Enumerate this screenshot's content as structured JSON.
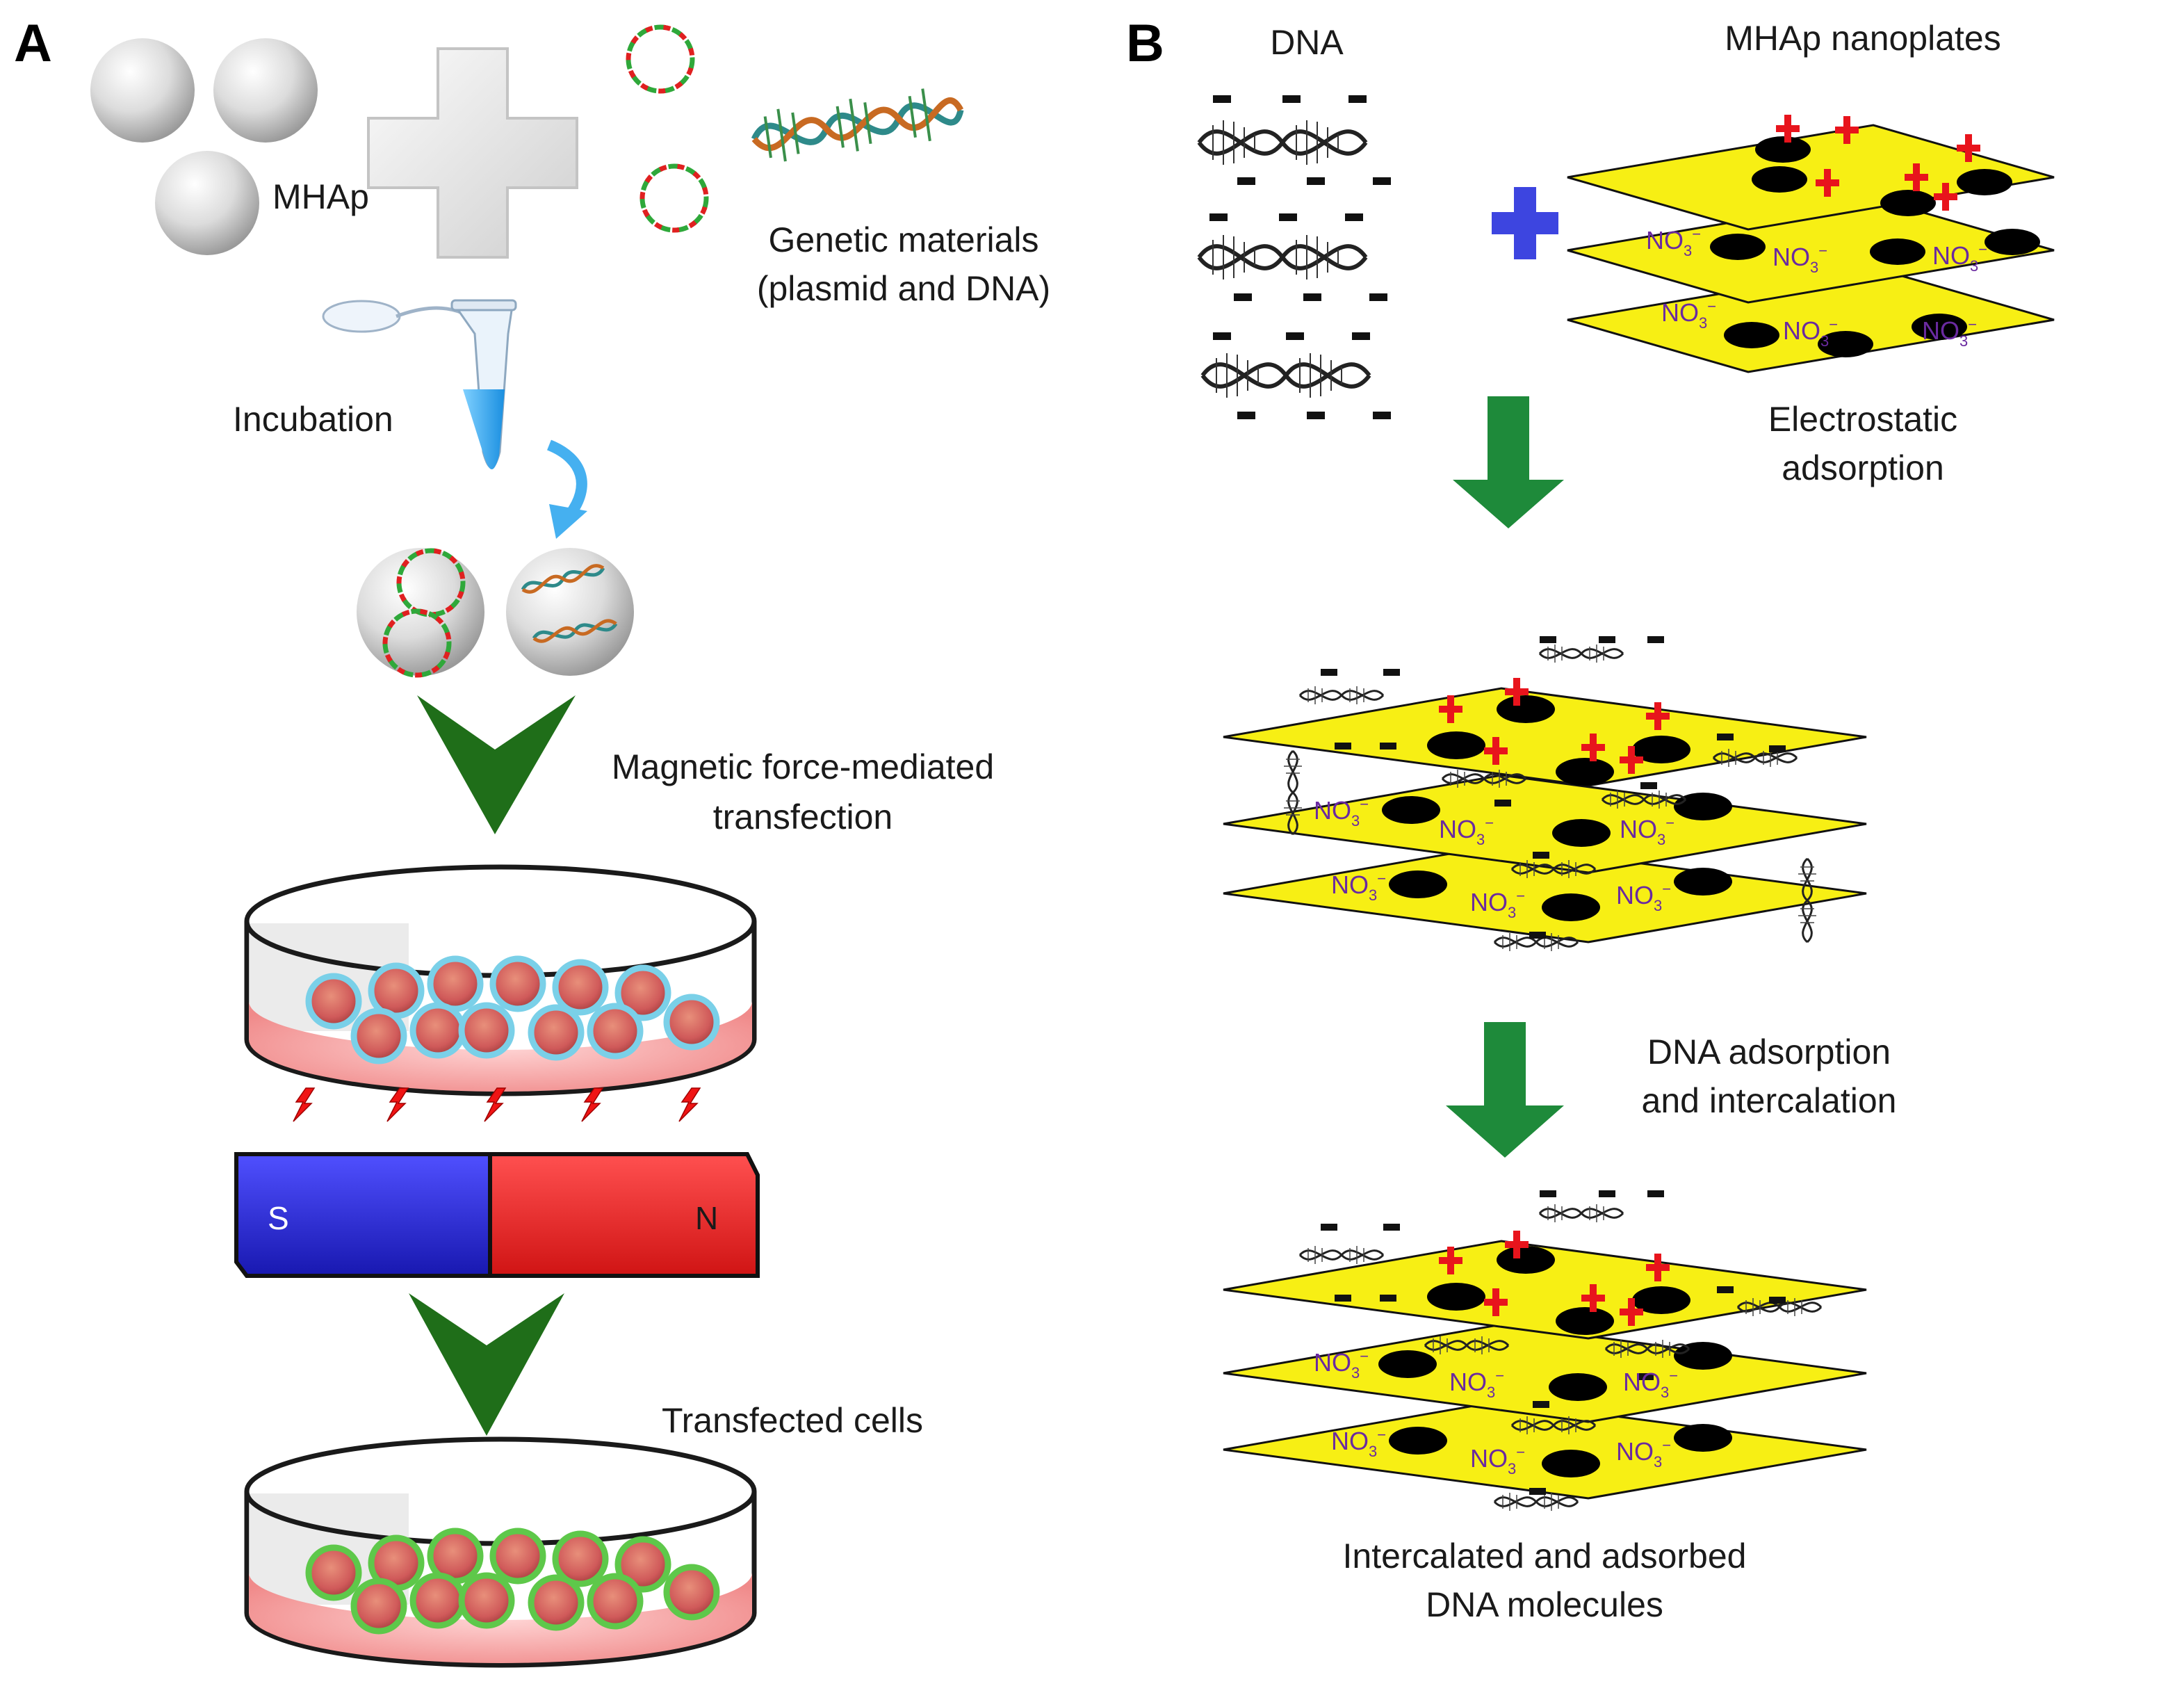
{
  "panel_a": {
    "letter": "A",
    "mhap_label": "MHAp",
    "genetic_label_1": "Genetic materials",
    "genetic_label_2": "(plasmid and DNA)",
    "incubation_label": "Incubation",
    "magnetic_label_1": "Magnetic force-mediated",
    "magnetic_label_2": "transfection",
    "magnet_s": "S",
    "magnet_n": "N",
    "transfected_label": "Transfected cells"
  },
  "panel_b": {
    "letter": "B",
    "dna_label": "DNA",
    "nanoplates_label": "MHAp nanoplates",
    "nitrate": "NO",
    "nitrate_sub": "3",
    "nitrate_charge": "−",
    "electrostatic_1": "Electrostatic",
    "electrostatic_2": "adsorption",
    "intercalation_1": "DNA adsorption",
    "intercalation_2": "and intercalation",
    "final_1": "Intercalated and adsorbed",
    "final_2": "DNA molecules"
  },
  "colors": {
    "plate": "#f7ef14",
    "arrow_green": "#1e8a3a",
    "chevron_green": "#1f6e19",
    "plus_red": "#e8141c",
    "blue_plus": "#3d45e0",
    "magnet_south": "#2a2ad0",
    "magnet_north": "#ee2424",
    "nitrate_purple": "#6a2aa0"
  }
}
